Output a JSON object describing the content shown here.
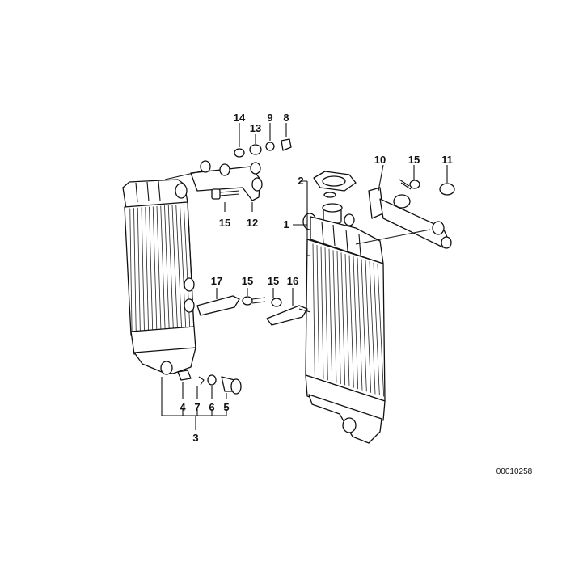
{
  "diagram": {
    "callouts": {
      "c1": "1",
      "c2": "2",
      "c3": "3",
      "c4": "4",
      "c5": "5",
      "c6": "6",
      "c7": "7",
      "c8": "8",
      "c9": "9",
      "c10": "10",
      "c11": "11",
      "c12": "12",
      "c13": "13",
      "c14": "14",
      "c15a": "15",
      "c15b": "15",
      "c15c": "15",
      "c15d": "15",
      "c16": "16",
      "c17": "17"
    },
    "drawing_code": "00010258"
  }
}
